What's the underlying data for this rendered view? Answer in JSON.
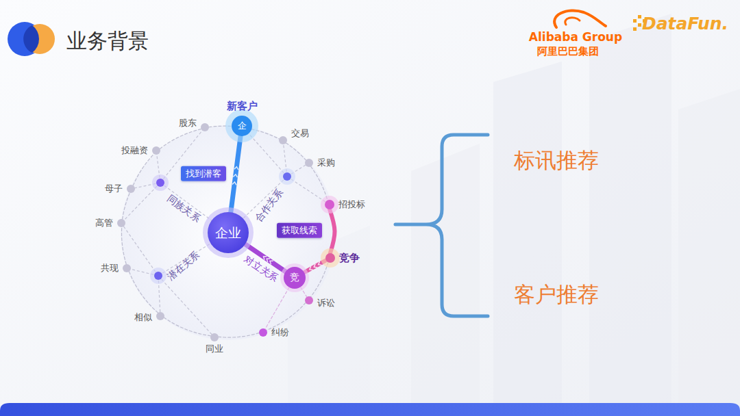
{
  "diagram": {
    "title": "业务背景",
    "nodes": [
      {
        "text": [
          "新客户",
          "企"
        ]
      },
      {
        "text": [
          "股东"
        ]
      },
      {
        "text": [
          "交易"
        ]
      },
      {
        "text": [
          "投融资"
        ]
      },
      {
        "text": [
          "采购"
        ]
      },
      {
        "text": [
          "母子"
        ]
      },
      {
        "text": [
          "招投标"
        ]
      },
      {
        "text": [
          "高管"
        ]
      },
      {
        "text": [
          "企业"
        ]
      },
      {
        "text": [
          "竞争"
        ]
      },
      {
        "text": [
          "共现"
        ]
      },
      {
        "text": [
          "竞"
        ]
      },
      {
        "text": [
          "诉讼"
        ]
      },
      {
        "text": [
          "相似"
        ]
      },
      {
        "text": [
          "纠纷"
        ]
      },
      {
        "text": [
          "同业"
        ]
      }
    ],
    "edges": [
      {
        "from": 8,
        "to": 0,
        "label": "找到潜客",
        "arrow": "none"
      },
      {
        "from": 8,
        "to": 11,
        "label": "对立关系",
        "arrow": "none"
      },
      {
        "from": 11,
        "to": 9,
        "arrow": "none"
      },
      {
        "from": 6,
        "to": 9,
        "label": "获取线索",
        "arrow": "none"
      },
      {
        "from": 0,
        "to": 2,
        "arrow": "none"
      },
      {
        "from": 2,
        "to": 4,
        "arrow": "none"
      },
      {
        "from": 4,
        "to": 6,
        "arrow": "none"
      },
      {
        "from": 9,
        "to": 12,
        "arrow": "none"
      },
      {
        "from": 12,
        "to": 14,
        "arrow": "none"
      },
      {
        "from": 14,
        "to": 15,
        "arrow": "none"
      },
      {
        "from": 15,
        "to": 13,
        "arrow": "none"
      },
      {
        "from": 13,
        "to": 10,
        "arrow": "none"
      },
      {
        "from": 10,
        "to": 7,
        "arrow": "none"
      },
      {
        "from": 7,
        "to": 5,
        "arrow": "none"
      },
      {
        "from": 5,
        "to": 3,
        "arrow": "none"
      },
      {
        "from": 3,
        "to": 1,
        "arrow": "none"
      },
      {
        "from": 1,
        "to": 0,
        "arrow": "none"
      },
      {
        "from": 11,
        "to": 12,
        "arrow": "none"
      },
      {
        "from": 11,
        "to": 14,
        "arrow": "none"
      }
    ],
    "labels": [
      "Alibaba Group",
      "阿里巴巴集团",
      "DataFun.",
      "同族关系",
      "合作关系",
      "潜在关系",
      "标讯推荐",
      "客户推荐"
    ]
  }
}
